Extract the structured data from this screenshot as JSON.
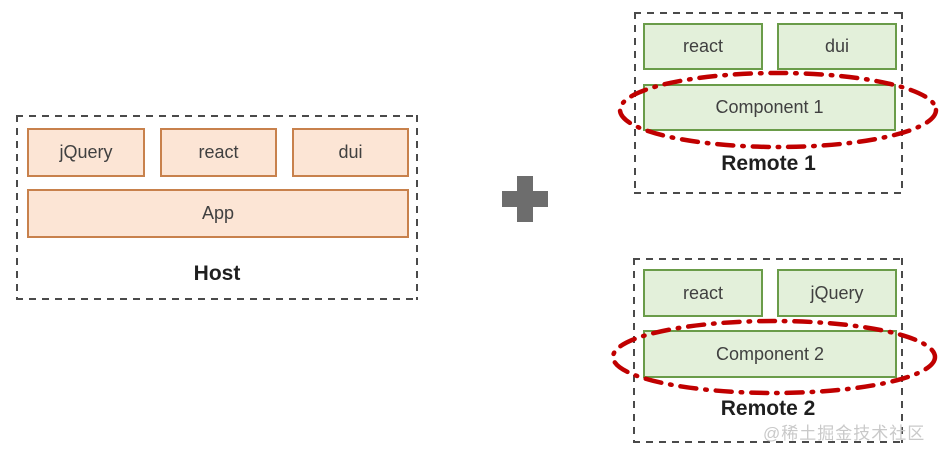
{
  "diagram": {
    "host": {
      "title": "Host",
      "libs": [
        "jQuery",
        "react",
        "dui"
      ],
      "app": "App"
    },
    "remote1": {
      "title": "Remote 1",
      "libs": [
        "react",
        "dui"
      ],
      "component": "Component 1"
    },
    "remote2": {
      "title": "Remote 2",
      "libs": [
        "react",
        "jQuery"
      ],
      "component": "Component 2"
    },
    "watermark": "@稀土掘金技术社区"
  },
  "colors": {
    "host_box_fill": "#fce5d5",
    "host_box_border": "#c8814c",
    "remote_box_fill": "#e3f0da",
    "remote_box_border": "#6a9c49",
    "highlight_ellipse": "#c00000",
    "plus_icon": "#6d6d6d",
    "container_border": "#4a4a4a",
    "watermark_text": "#c9c9c9"
  }
}
